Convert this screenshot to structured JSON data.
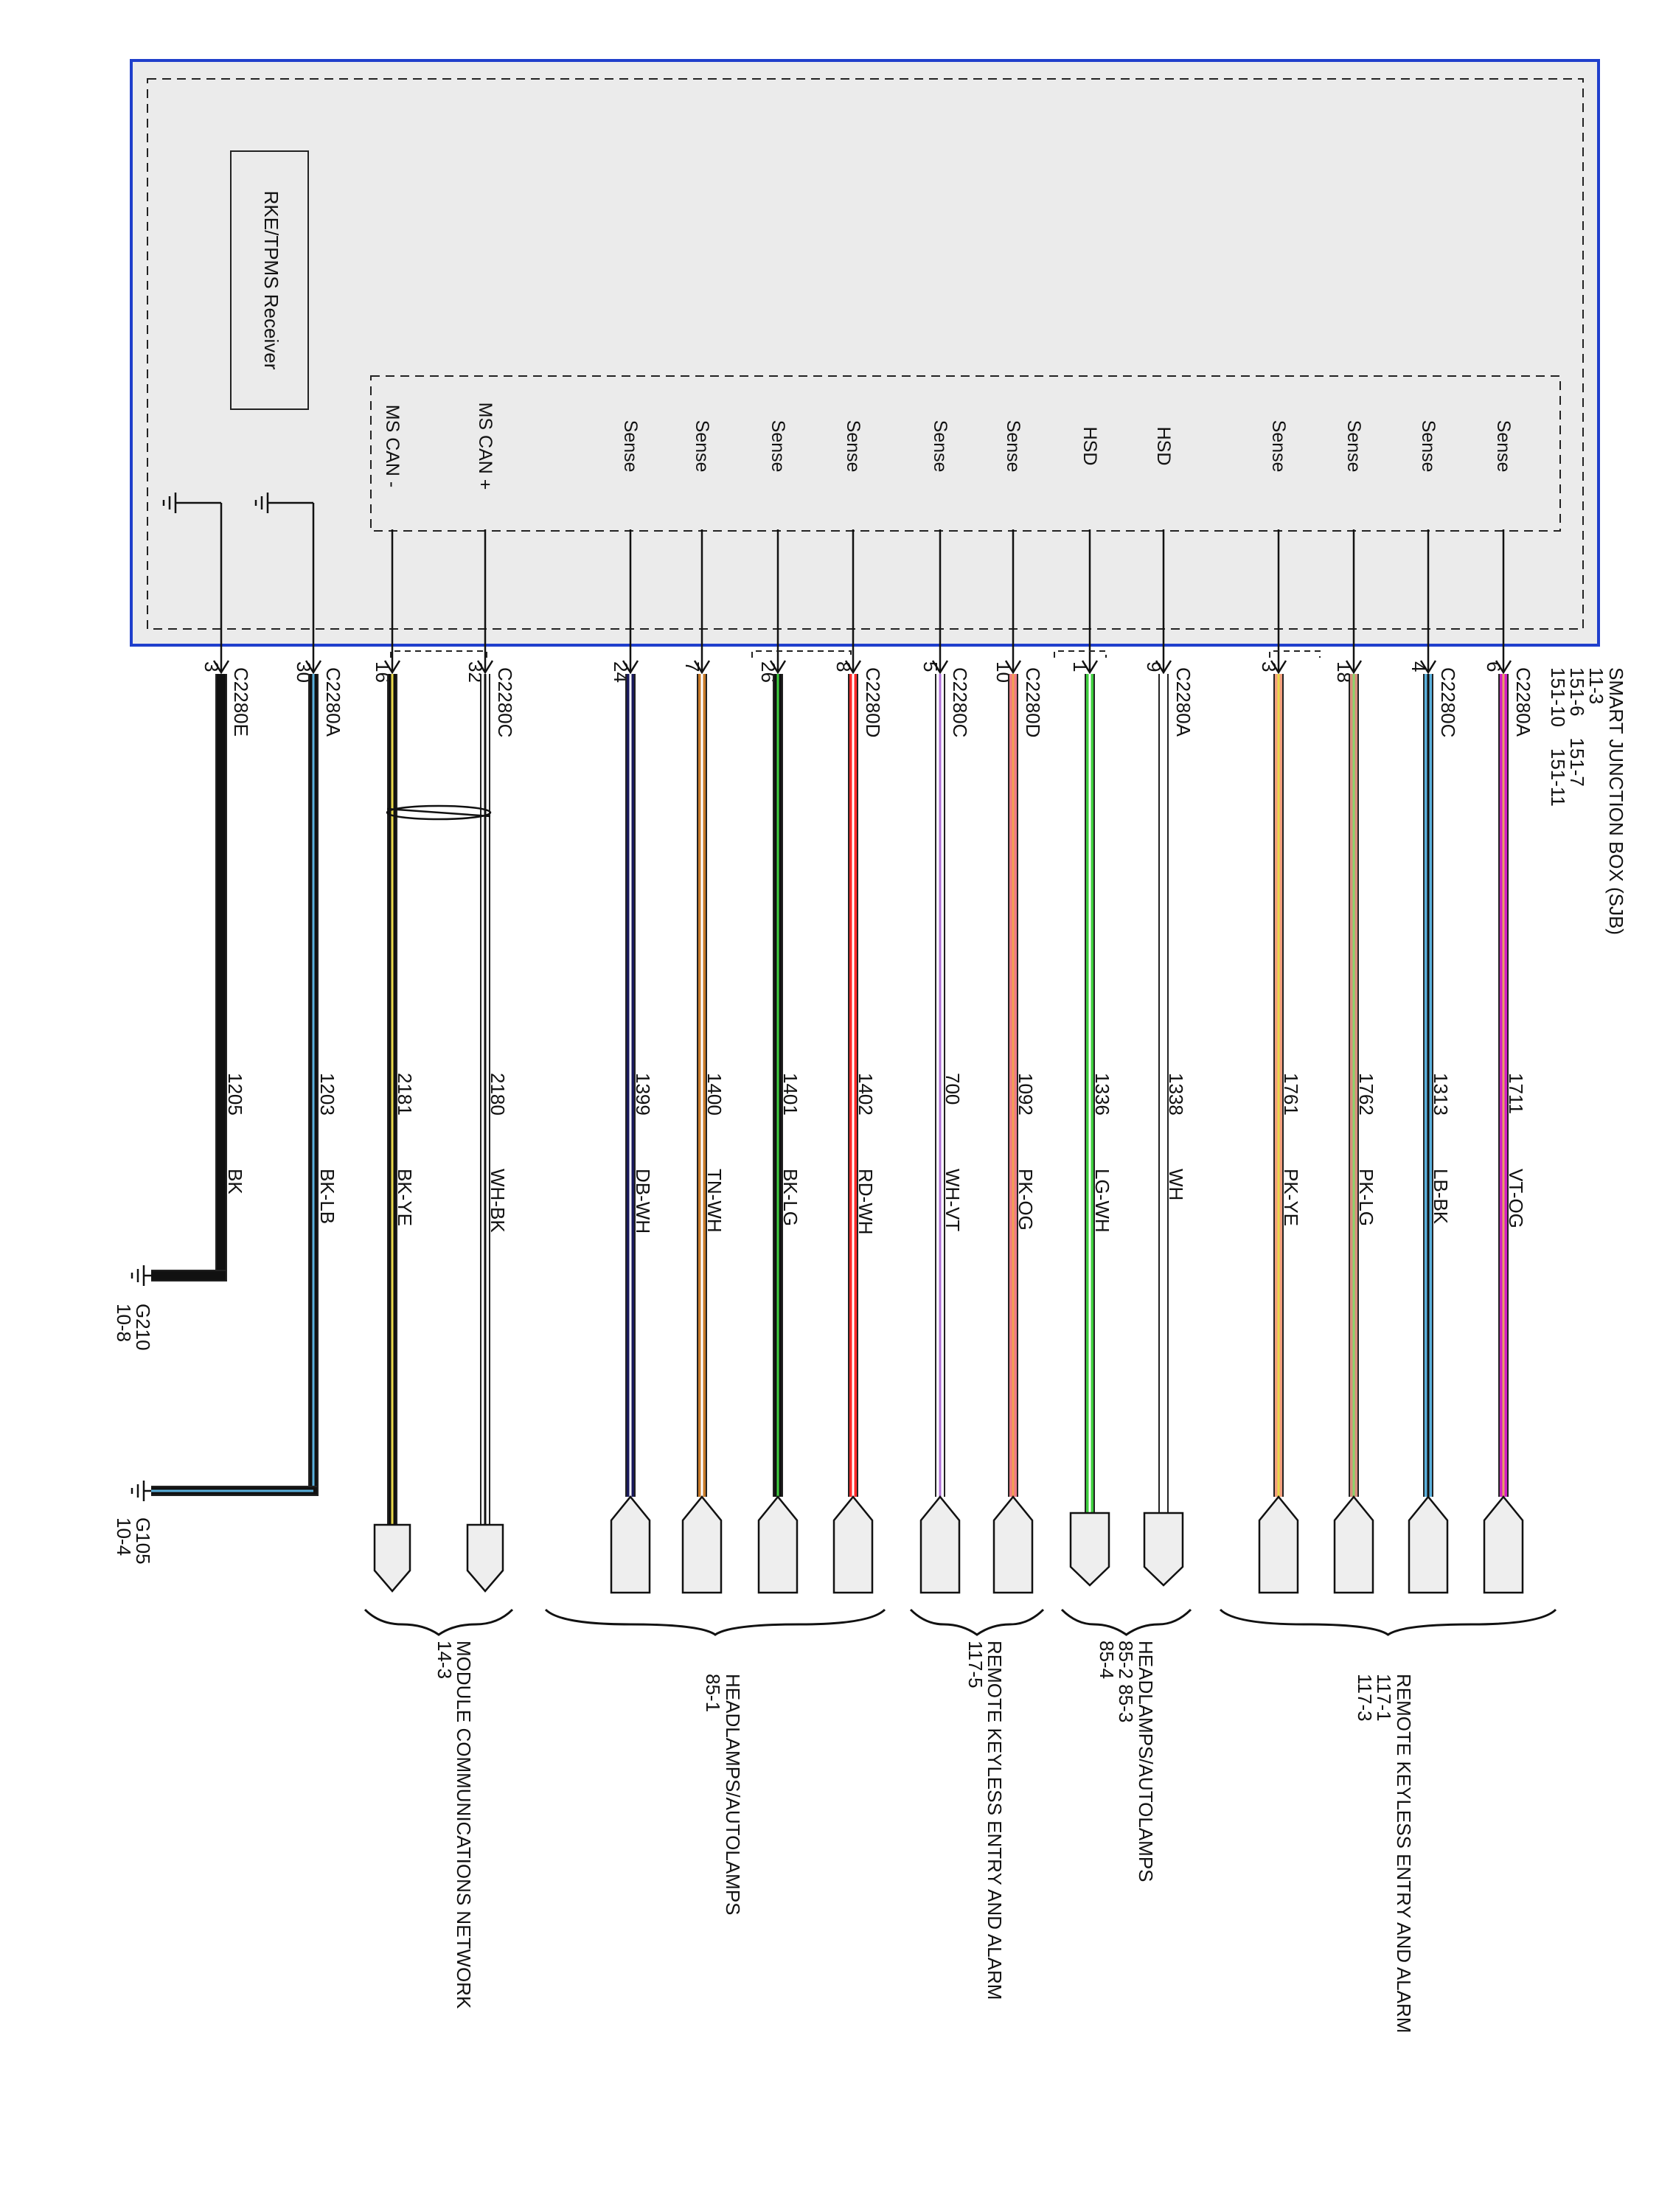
{
  "module": {
    "title": "SMART JUNCTION BOX (SJB)",
    "refs": [
      "11-3",
      "151-6    151-7",
      "151-10    151-11"
    ],
    "receiver_label": "RKE/TPMS Receiver"
  },
  "circuits": [
    {
      "pin_label": "Sense",
      "connector": "C2280A",
      "pin": "6",
      "circuit": "1711",
      "color_code": "VT-OG",
      "wire_color": "#d21fc4",
      "stripe_color": "#e9a060",
      "terminal": "standard"
    },
    {
      "pin_label": "Sense",
      "connector": "C2280C",
      "pin": "4",
      "circuit": "1313",
      "color_code": "LB-BK",
      "wire_color": "#5ab0dc",
      "stripe_color": "#111111",
      "terminal": "standard"
    },
    {
      "pin_label": "Sense",
      "connector": "",
      "pin": "18",
      "circuit": "1762",
      "color_code": "PK-LG",
      "wire_color": "#d8907c",
      "stripe_color": "#8ad46a",
      "terminal": "standard"
    },
    {
      "pin_label": "Sense",
      "connector": "",
      "pin": "3",
      "circuit": "1761",
      "color_code": "PK-YE",
      "wire_color": "#f4a07e",
      "stripe_color": "#e8d84a",
      "terminal": "standard"
    },
    {
      "pin_label": "HSD",
      "connector": "C2280A",
      "pin": "9",
      "circuit": "1338",
      "color_code": "WH",
      "wire_color": "#ffffff",
      "stripe_color": "",
      "terminal": "flat"
    },
    {
      "pin_label": "HSD",
      "connector": "",
      "pin": "1",
      "circuit": "1336",
      "color_code": "LG-WH",
      "wire_color": "#3fcf3f",
      "stripe_color": "#ffffff",
      "terminal": "flat"
    },
    {
      "pin_label": "Sense",
      "connector": "C2280D",
      "pin": "10",
      "circuit": "1092",
      "color_code": "PK-OG",
      "wire_color": "#f07a86",
      "stripe_color": "#f0a050",
      "terminal": "standard"
    },
    {
      "pin_label": "Sense",
      "connector": "C2280C",
      "pin": "5",
      "circuit": "700",
      "color_code": "WH-VT",
      "wire_color": "#ffffff",
      "stripe_color": "#b070d8",
      "terminal": "standard"
    },
    {
      "pin_label": "Sense",
      "connector": "C2280D",
      "pin": "8",
      "circuit": "1402",
      "color_code": "RD-WH",
      "wire_color": "#ff2a2a",
      "stripe_color": "#ffffff",
      "terminal": "standard"
    },
    {
      "pin_label": "Sense",
      "connector": "",
      "pin": "26",
      "circuit": "1401",
      "color_code": "BK-LG",
      "wire_color": "#111111",
      "stripe_color": "#3fcf3f",
      "terminal": "standard"
    },
    {
      "pin_label": "Sense",
      "connector": "",
      "pin": "7",
      "circuit": "1400",
      "color_code": "TN-WH",
      "wire_color": "#c87a28",
      "stripe_color": "#ffffff",
      "terminal": "standard"
    },
    {
      "pin_label": "Sense",
      "connector": "",
      "pin": "24",
      "circuit": "1399",
      "color_code": "DB-WH",
      "wire_color": "#1a1a5c",
      "stripe_color": "#ffffff",
      "terminal": "standard"
    },
    {
      "pin_label": "MS CAN +",
      "connector": "C2280C",
      "pin": "32",
      "circuit": "2180",
      "color_code": "WH-BK",
      "wire_color": "#ffffff",
      "stripe_color": "#111111",
      "terminal": "arrow"
    },
    {
      "pin_label": "MS CAN -",
      "connector": "",
      "pin": "16",
      "circuit": "2181",
      "color_code": "BK-YE",
      "wire_color": "#111111",
      "stripe_color": "#e8d84a",
      "terminal": "arrow"
    }
  ],
  "ground_circuits": [
    {
      "connector": "C2280A",
      "pin": "30",
      "circuit": "1203",
      "color_code": "BK-LB",
      "wire_color": "#111111",
      "stripe_color": "#5ab0dc",
      "ground": "G105",
      "ground_ref": "10-4"
    },
    {
      "connector": "C2280E",
      "pin": "3",
      "circuit": "1205",
      "color_code": "BK",
      "wire_color": "#111111",
      "stripe_color": "",
      "ground": "G210",
      "ground_ref": "10-8"
    }
  ],
  "destinations": [
    {
      "lines": [
        "REMOTE KEYLESS ENTRY AND ALARM",
        "117-1",
        "117-3"
      ]
    },
    {
      "lines": [
        "HEADLAMPS/AUTOLAMPS",
        "85-2      85-3",
        "85-4"
      ]
    },
    {
      "lines": [
        "REMOTE KEYLESS ENTRY AND ALARM",
        "117-5"
      ]
    },
    {
      "lines": [
        "HEADLAMPS/AUTOLAMPS",
        "85-1"
      ]
    },
    {
      "lines": [
        "MODULE COMMUNICATIONS NETWORK",
        "14-3"
      ]
    }
  ]
}
